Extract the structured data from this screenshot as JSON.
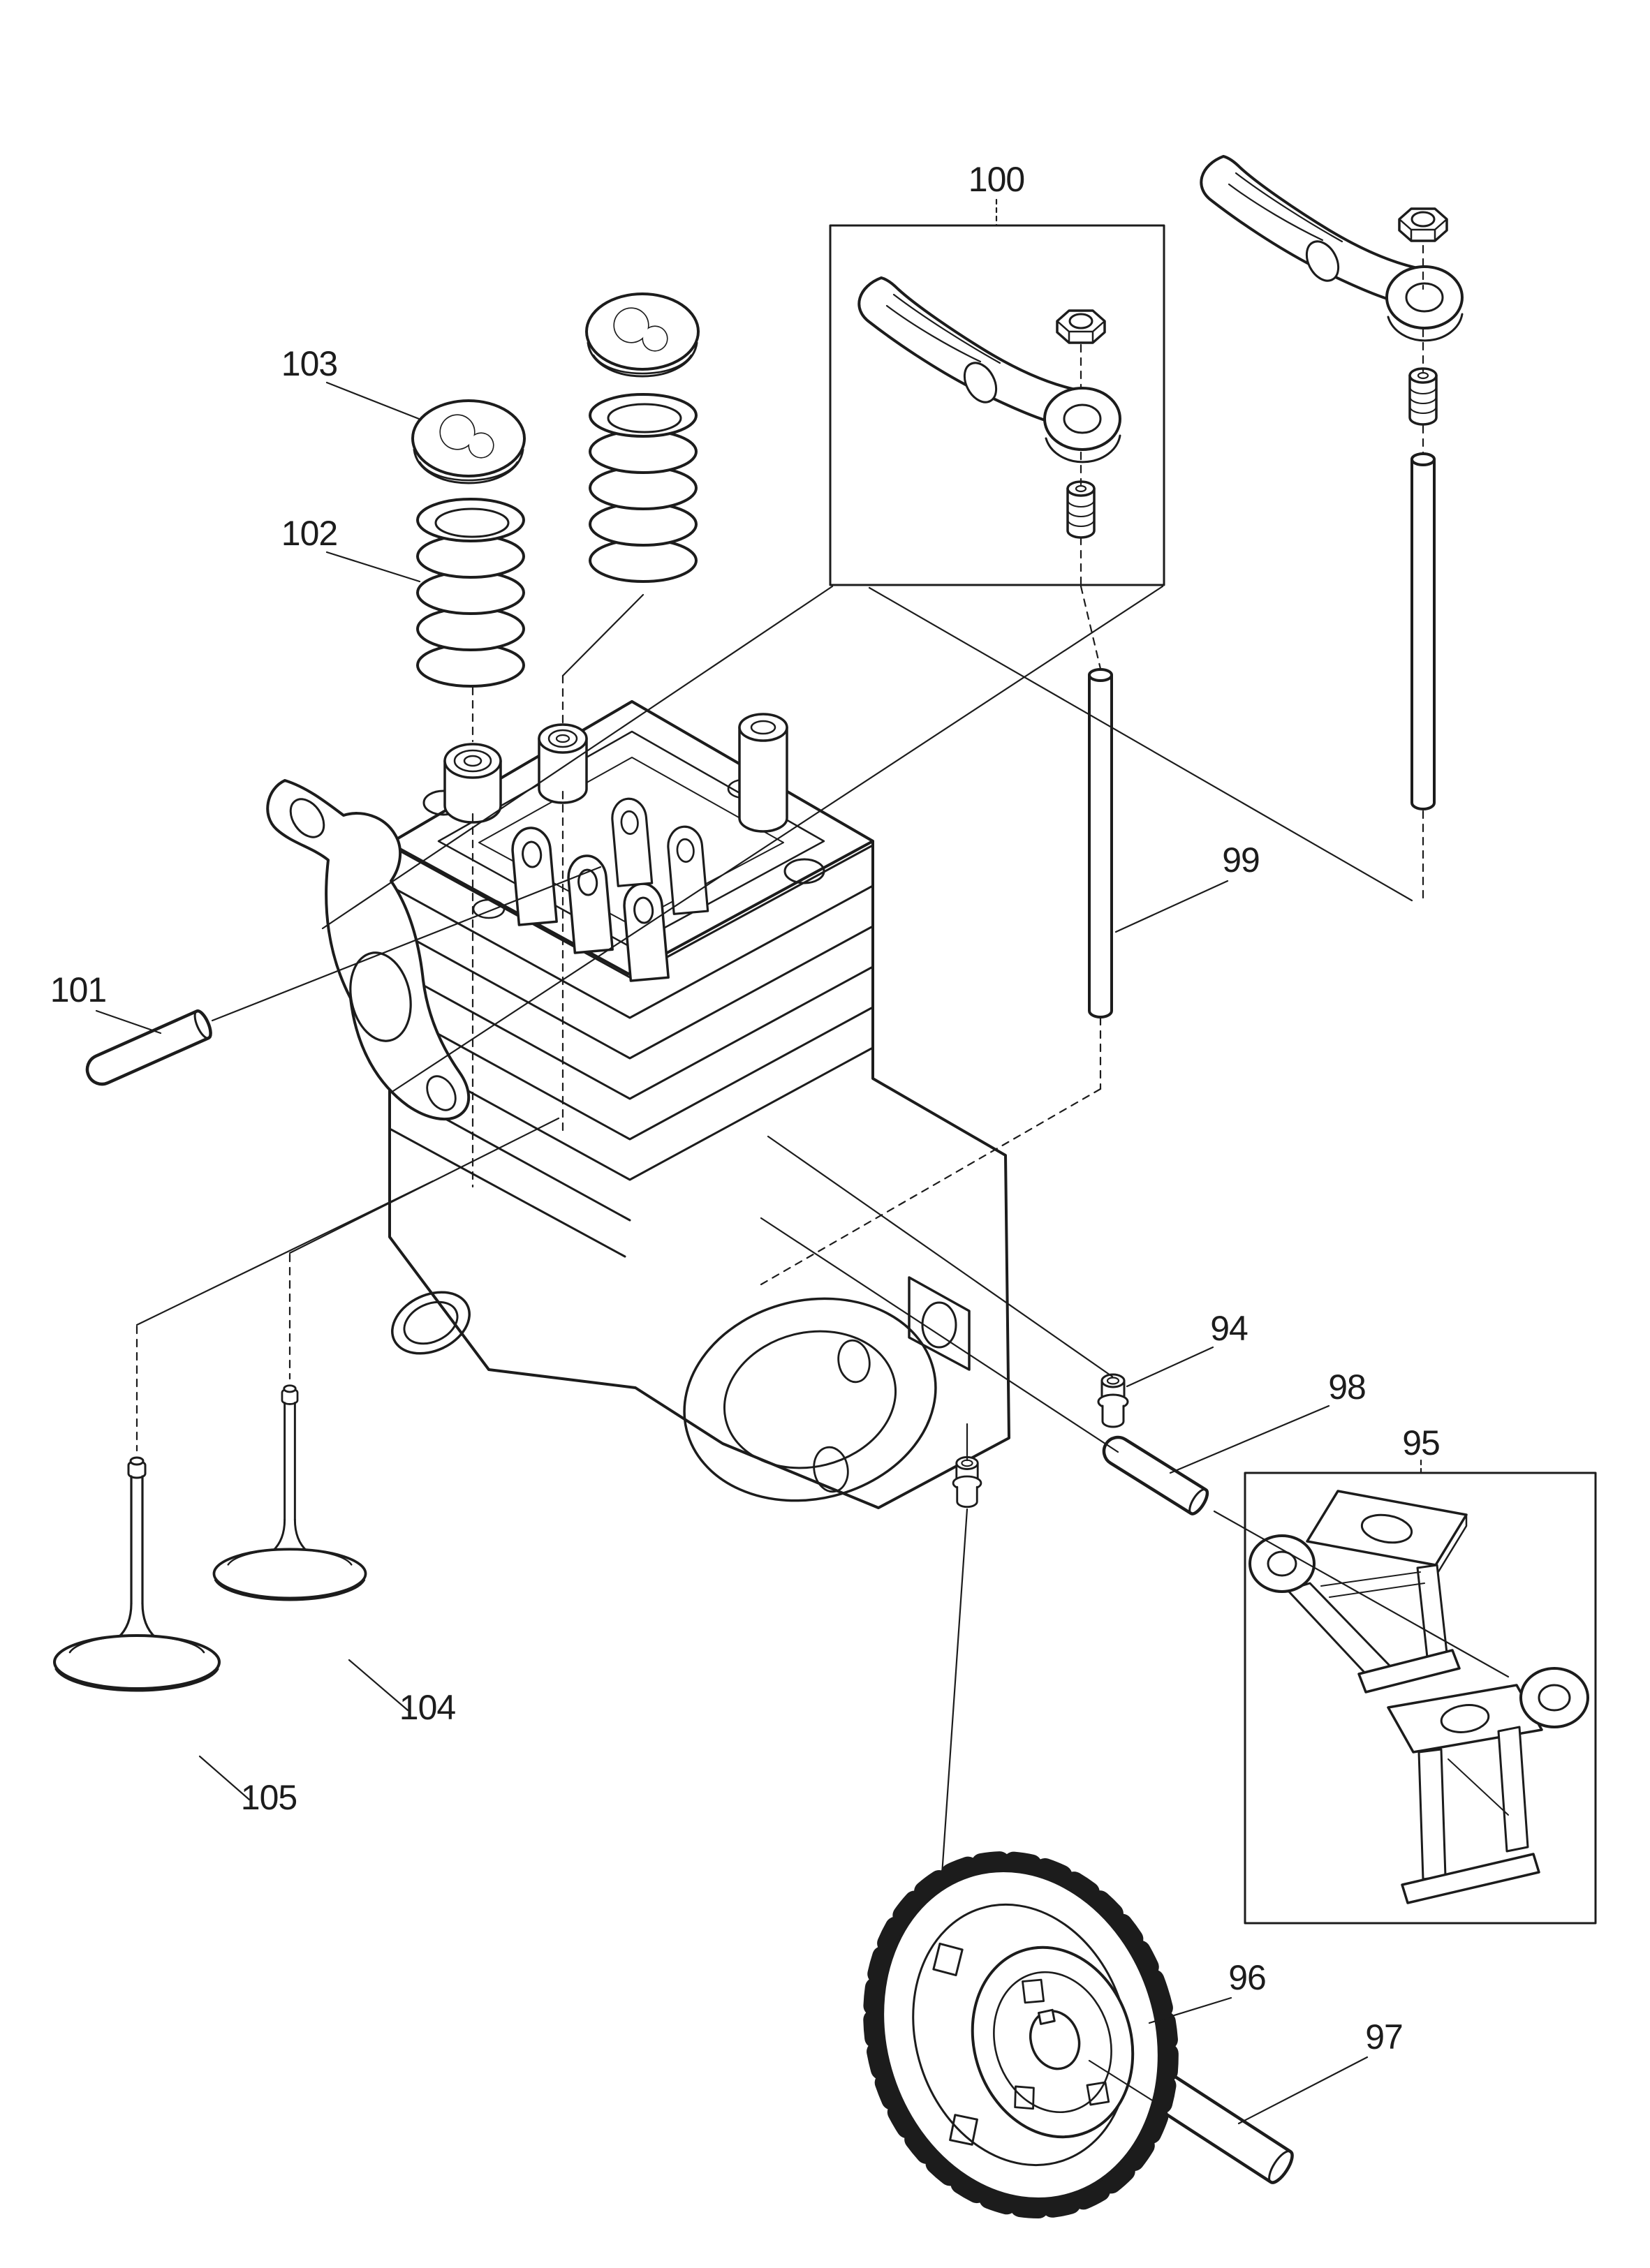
{
  "figure": {
    "kind": "exploded-parts-diagram",
    "subject": "engine-cylinder-head-valve-train",
    "background_color": "#ffffff",
    "line_color": "#1c1c1c"
  },
  "callouts": {
    "c94": {
      "label": "94"
    },
    "c95": {
      "label": "95"
    },
    "c96": {
      "label": "96"
    },
    "c97": {
      "label": "97"
    },
    "c98": {
      "label": "98"
    },
    "c99": {
      "label": "99"
    },
    "c100": {
      "label": "100"
    },
    "c101": {
      "label": "101"
    },
    "c102": {
      "label": "102"
    },
    "c103": {
      "label": "103"
    },
    "c104": {
      "label": "104"
    },
    "c105": {
      "label": "105"
    }
  }
}
